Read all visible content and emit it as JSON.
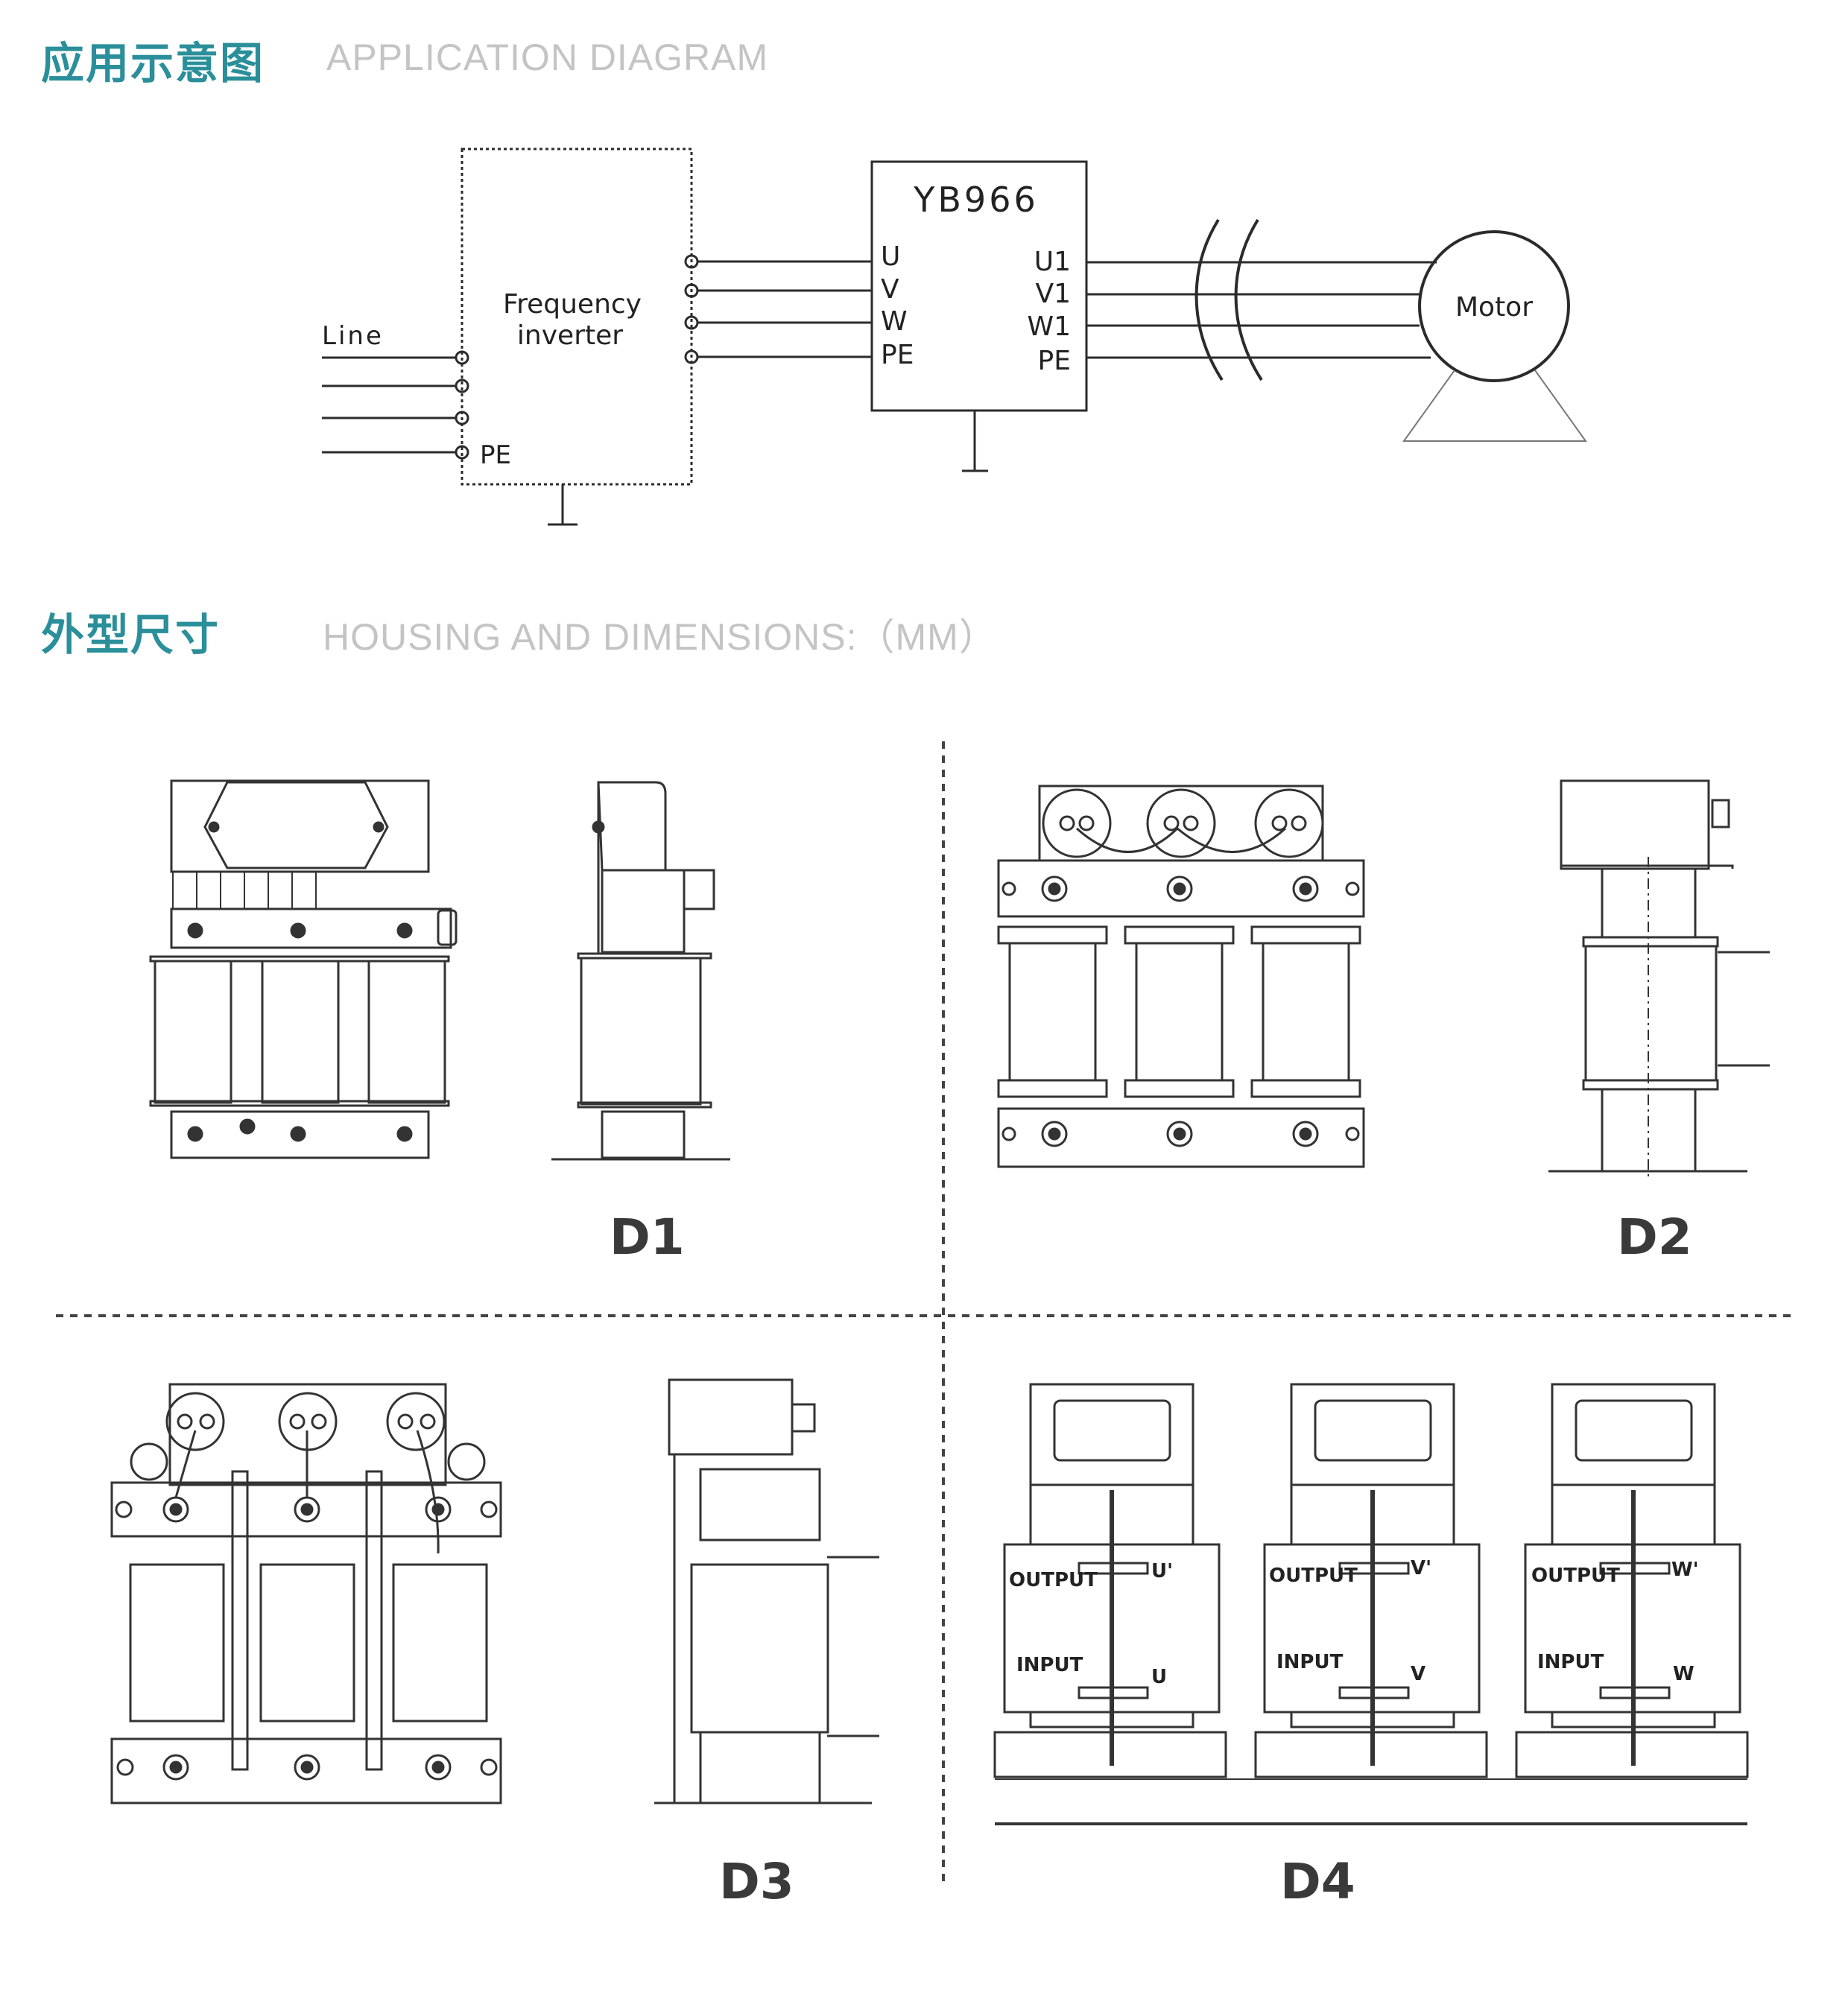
{
  "section1": {
    "title_cn": "应用示意图",
    "title_en": "APPLICATION DIAGRAM"
  },
  "section2": {
    "title_cn": "外型尺寸",
    "title_en": "HOUSING AND DIMENSIONS:（MM）"
  },
  "diagram": {
    "line_label": "Line",
    "pe_input_label": "PE",
    "inverter_label_1": "Frequency",
    "inverter_label_2": "inverter",
    "device_name": "YB966",
    "input_terminals": [
      "U",
      "V",
      "W",
      "PE"
    ],
    "output_terminals": [
      "U1",
      "V1",
      "W1",
      "PE"
    ],
    "motor_label": "Motor"
  },
  "drawings": {
    "d1": "D1",
    "d2": "D2",
    "d3": "D3",
    "d4": "D4",
    "d4_units": [
      {
        "output": "OUTPUT",
        "input": "INPUT",
        "out_terminal": "U'",
        "in_terminal": "U"
      },
      {
        "output": "OUTPUT",
        "input": "INPUT",
        "out_terminal": "V'",
        "in_terminal": "V"
      },
      {
        "output": "OUTPUT",
        "input": "INPUT",
        "out_terminal": "W'",
        "in_terminal": "W"
      }
    ]
  },
  "colors": {
    "accent": "#2a8f9a",
    "subtitle": "#c4c4c4",
    "line": "#2b2b2b"
  }
}
